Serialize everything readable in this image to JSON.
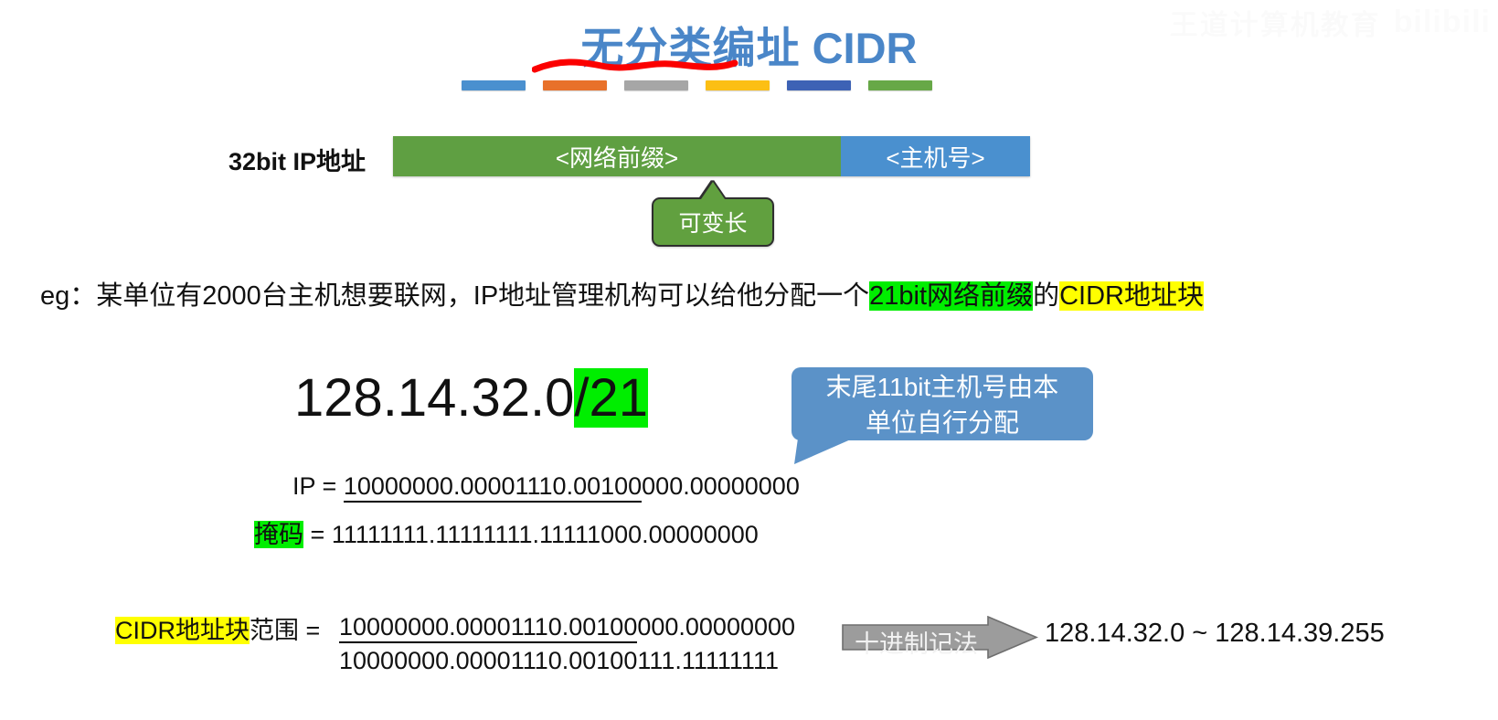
{
  "watermark": {
    "text": "王道计算机教育",
    "logo": "bilibili"
  },
  "title": {
    "cn": "无分类编址",
    "latin": " CIDR",
    "underline_color": "#ff0000"
  },
  "decor_bars": [
    {
      "name": "bar-blue",
      "color": "#4a90cf"
    },
    {
      "name": "bar-orange",
      "color": "#e8712a"
    },
    {
      "name": "bar-gray",
      "color": "#a6a6a6"
    },
    {
      "name": "bar-gold",
      "color": "#fcbf14"
    },
    {
      "name": "bar-darkblue",
      "color": "#3d62b5"
    },
    {
      "name": "bar-green",
      "color": "#67a847"
    }
  ],
  "ip_diagram": {
    "label": "32bit IP地址",
    "prefix_segment": "<网络前缀>",
    "host_segment": "<主机号>",
    "prefix_color": "#5f9f42",
    "host_color": "#4a90cf",
    "callout": "可变长"
  },
  "example": {
    "prefix_text": "eg：某单位有2000台主机想要联网，IP地址管理机构可以给他分配一个",
    "highlight_green": "21bit网络前缀",
    "middle_text": "的",
    "highlight_yellow": "CIDR地址块"
  },
  "big_address": {
    "base": "128.14.32.0",
    "suffix": "/21"
  },
  "blue_callout": {
    "line1": "末尾11bit主机号由本",
    "line2": "单位自行分配",
    "color": "#5b92c8"
  },
  "binary": {
    "ip_label": "IP =",
    "ip_prefix_bits": "10000000.00001110.00100",
    "ip_host_bits": "000.00000000",
    "mask_label": "掩码",
    "mask_equals": "=",
    "mask_bits": "11111111.11111111.11111000.00000000"
  },
  "range": {
    "label_highlight": "CIDR地址块",
    "label_rest": "范围 =",
    "first_prefix_bits": "10000000.00001110.00100",
    "first_host_bits": "000.00000000",
    "last_address": "10000000.00001110.00100111.11111111",
    "arrow_text": "十进制记法",
    "arrow_color": "#9c9c9c",
    "decimal": "128.14.32.0 ~ 128.14.39.255"
  },
  "colors": {
    "highlight_green": "#00ee00",
    "highlight_yellow": "#ffff00",
    "title_blue": "#4a86c8"
  }
}
